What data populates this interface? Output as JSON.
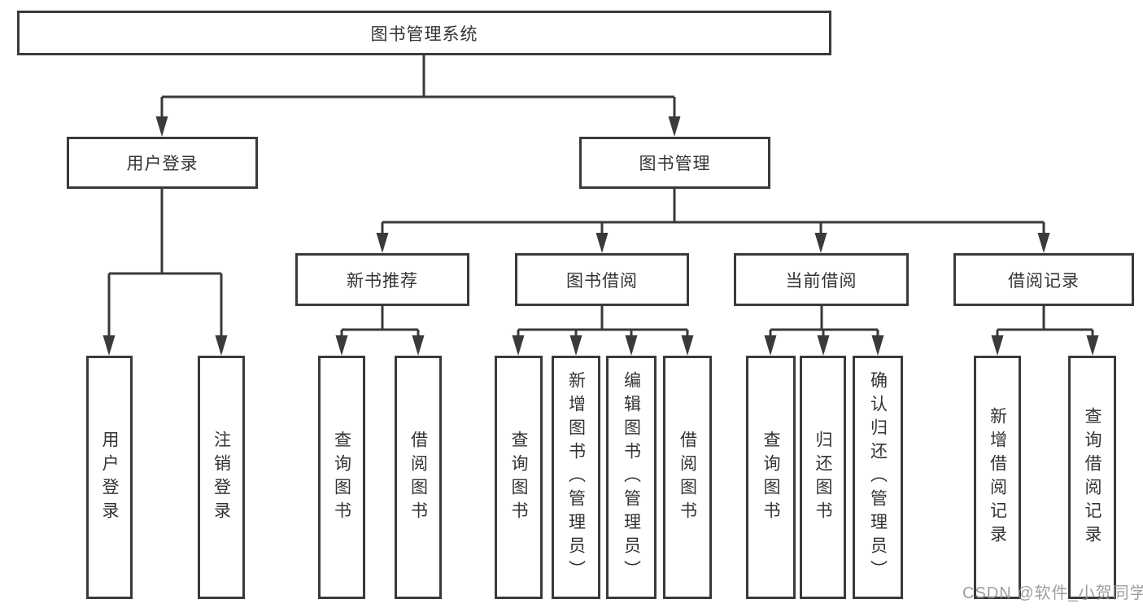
{
  "diagram": {
    "root": {
      "label": "图书管理系统"
    },
    "level2": [
      {
        "label": "用户登录"
      },
      {
        "label": "图书管理"
      }
    ],
    "level3": [
      {
        "label": "新书推荐"
      },
      {
        "label": "图书借阅"
      },
      {
        "label": "当前借阅"
      },
      {
        "label": "借阅记录"
      }
    ],
    "leaves": [
      {
        "label": "用户登录"
      },
      {
        "label": "注销登录"
      },
      {
        "label": "查询图书"
      },
      {
        "label": "借阅图书"
      },
      {
        "label": "查询图书"
      },
      {
        "label": "新增图书（管理员）"
      },
      {
        "label": "编辑图书（管理员）"
      },
      {
        "label": "借阅图书"
      },
      {
        "label": "查询图书"
      },
      {
        "label": "归还图书"
      },
      {
        "label": "确认归还（管理员）"
      },
      {
        "label": "新增借阅记录"
      },
      {
        "label": "查询借阅记录"
      }
    ]
  },
  "watermark": {
    "text": "CSDN @软件_小贺同学"
  },
  "colors": {
    "line": "#3a3a3a",
    "text": "#333333",
    "background": "#ffffff",
    "watermark": "#949494"
  }
}
